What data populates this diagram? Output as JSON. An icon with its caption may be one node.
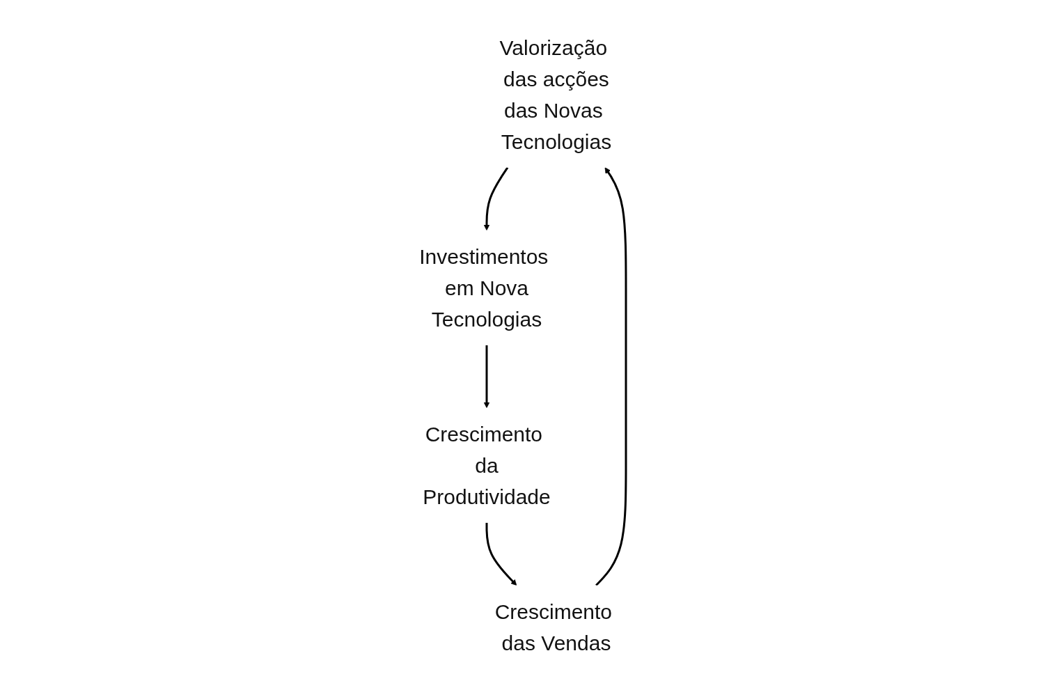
{
  "diagram": {
    "nodes": [
      {
        "text": [
          "Valorização das acções das Novas Tecnologias"
        ]
      },
      {
        "text": [
          "Crescimento das Vendas"
        ]
      },
      {
        "text": [
          "Investimentos em Nova Tecnologias"
        ]
      },
      {
        "text": [
          "Crescimento da Produtividade"
        ]
      }
    ],
    "edges": [
      {
        "from": 1,
        "to": 0,
        "arrow": "to"
      },
      {
        "from": 0,
        "to": 2,
        "arrow": "to"
      },
      {
        "from": 2,
        "to": 3,
        "arrow": "to"
      },
      {
        "from": 3,
        "to": 1,
        "arrow": "to"
      }
    ]
  }
}
